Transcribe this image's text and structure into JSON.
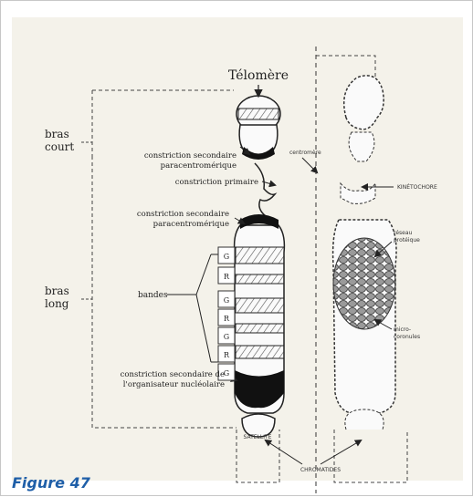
{
  "caption": "Figure 47",
  "labels": {
    "telomere": "Télomère",
    "bras_court_1": "bras",
    "bras_court_2": "court",
    "bras_long_1": "bras",
    "bras_long_2": "long",
    "constriction_sec_para_1a": "constriction secondaire",
    "constriction_sec_para_1b": "paracentromérique",
    "constriction_primaire": "constriction primaire",
    "constriction_sec_para_2a": "constriction secondaire",
    "constriction_sec_para_2b": "paracentromérique",
    "bandes": "bandes",
    "constriction_sec_org_a": "constriction secondaire de",
    "constriction_sec_org_b": "l'organisateur nucléolaire",
    "centromere": "centromère",
    "kinetochore": "KINÉTOCHORE",
    "reseau_1": "réseau",
    "reseau_2": "protéique",
    "micro_1": "micro-",
    "micro_2": "coronules",
    "satellite": "SATELLITE",
    "chromatides": "CHROMATIDES"
  },
  "bands": [
    "G",
    "R",
    "G",
    "R",
    "G",
    "R",
    "G"
  ]
}
